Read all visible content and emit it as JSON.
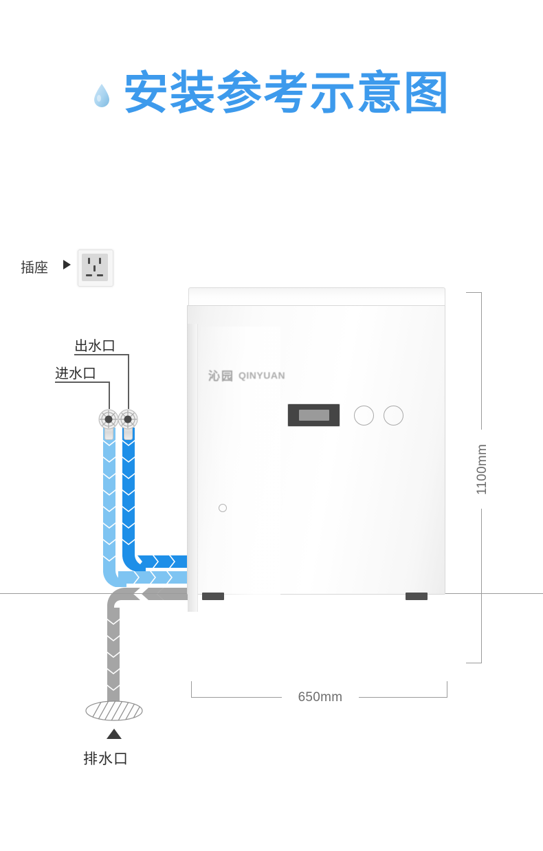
{
  "page": {
    "title": "安装参考示意图",
    "droplet_icon": "water-droplet-icon",
    "title_color": "#3d9aec",
    "background": "#ffffff"
  },
  "socket": {
    "label": "插座",
    "arrow": "▶",
    "icon": "power-outlet-icon"
  },
  "ports": {
    "outlet": {
      "label": "出水口",
      "icon": "valve-handwheel-icon"
    },
    "inlet": {
      "label": "进水口",
      "icon": "valve-handwheel-icon"
    }
  },
  "pipes": [
    {
      "name": "inlet-pipe",
      "color": "#1e8fe8",
      "direction": "down-then-right"
    },
    {
      "name": "outlet-pipe",
      "color": "#7ec4f2",
      "direction": "down-then-right"
    },
    {
      "name": "drain-pipe",
      "color": "#a5a5a5",
      "direction": "left-then-down"
    }
  ],
  "machine": {
    "brand_cn": "沁园",
    "brand_en": "QINYUAN",
    "display": "display-panel",
    "buttons": [
      "button-1",
      "button-2"
    ],
    "body_color": "#f4f4f4",
    "foot_color": "#4f4f4f"
  },
  "dimensions": {
    "height": "1100mm",
    "width": "650mm",
    "line_color": "#9a9a9a"
  },
  "drain": {
    "label": "排水口",
    "icon": "floor-drain-icon",
    "arrow_icon": "triangle-up-icon"
  },
  "ground": {
    "color": "#9a9a9a"
  }
}
